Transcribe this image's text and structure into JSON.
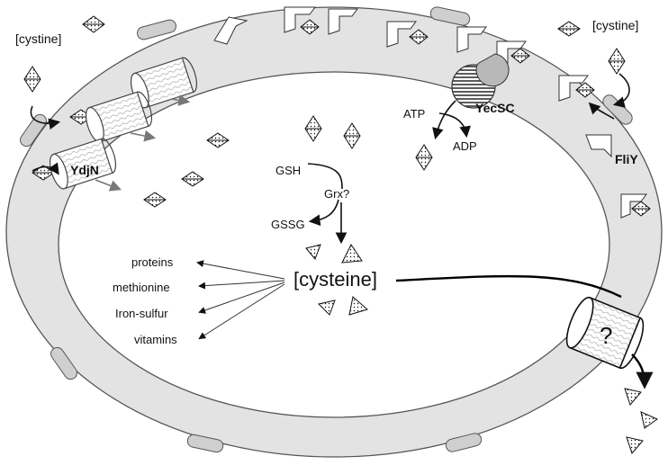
{
  "labels": {
    "cystine_out_left": "[cystine]",
    "cystine_out_right": "[cystine]",
    "ydjn": "YdjN",
    "yecsc": "YecSC",
    "fliy": "FliY",
    "atp": "ATP",
    "adp": "ADP",
    "gsh": "GSH",
    "grx": "Grx?",
    "gssg": "GSSG",
    "cysteine": "[cysteine]",
    "unknown_exporter": "?"
  },
  "fates": [
    "proteins",
    "methionine",
    "Iron-sulfur",
    "vitamins"
  ],
  "colors": {
    "periplasm": "#e3e3e3",
    "membrane_line": "#555555",
    "protein_fill": "#cfcfcf",
    "stripes": "#333333"
  }
}
